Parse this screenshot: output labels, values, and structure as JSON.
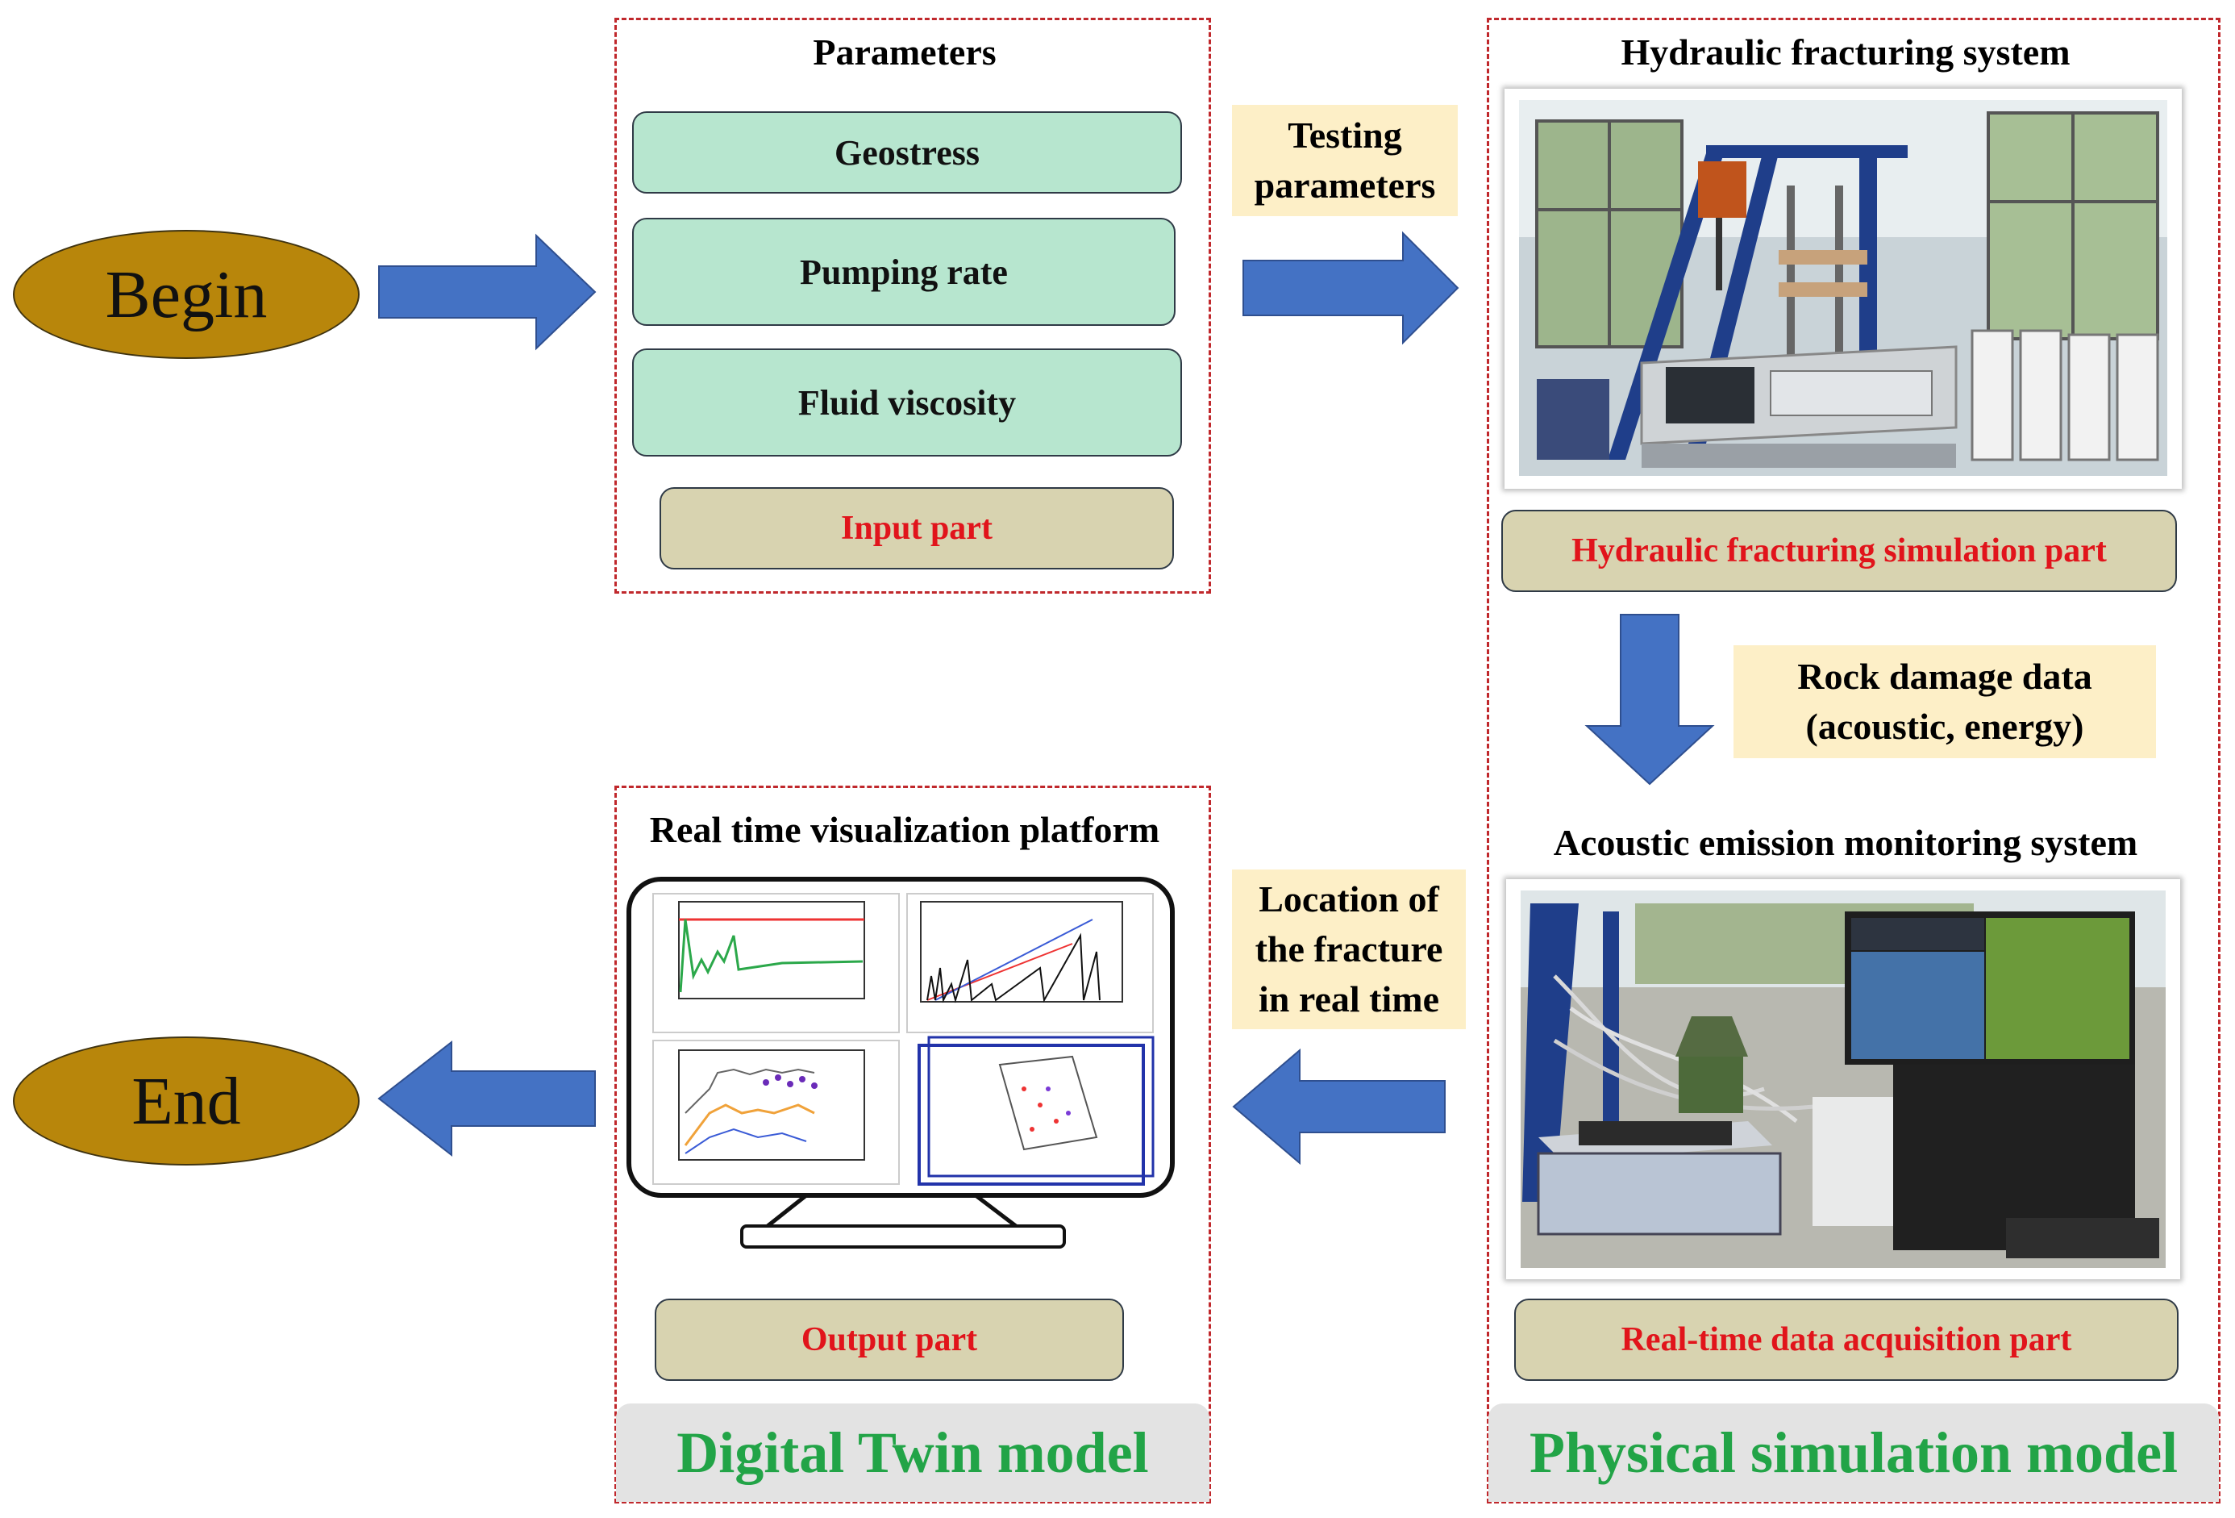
{
  "begin_label": "Begin",
  "end_label": "End",
  "input": {
    "title": "Parameters",
    "items": [
      "Geostress",
      "Pumping rate",
      "Fluid viscosity"
    ],
    "part_label": "Input part"
  },
  "physical": {
    "fracturing_title": "Hydraulic fracturing system",
    "fracturing_part_label": "Hydraulic fracturing simulation part",
    "acoustic_title": "Acoustic emission monitoring system",
    "acquisition_part_label": "Real-time data acquisition part",
    "model_label": "Physical simulation model"
  },
  "digital": {
    "title": "Real time visualization platform",
    "part_label": "Output part",
    "model_label": "Digital Twin model"
  },
  "notes": {
    "testing": [
      "Testing",
      "parameters"
    ],
    "rock_damage": [
      "Rock damage data",
      "(acoustic, energy)"
    ],
    "location": [
      "Location of",
      "the fracture",
      "in real time"
    ]
  },
  "colors": {
    "arrow": "#4472c4",
    "dashed_border": "#c0282c",
    "green_pill": "#b7e6cf",
    "tan_pill": "#d8d3b0",
    "part_text": "#e1141b",
    "model_text": "#22a447",
    "note_bg": "#fdefc7",
    "oval": "#b8860b"
  }
}
